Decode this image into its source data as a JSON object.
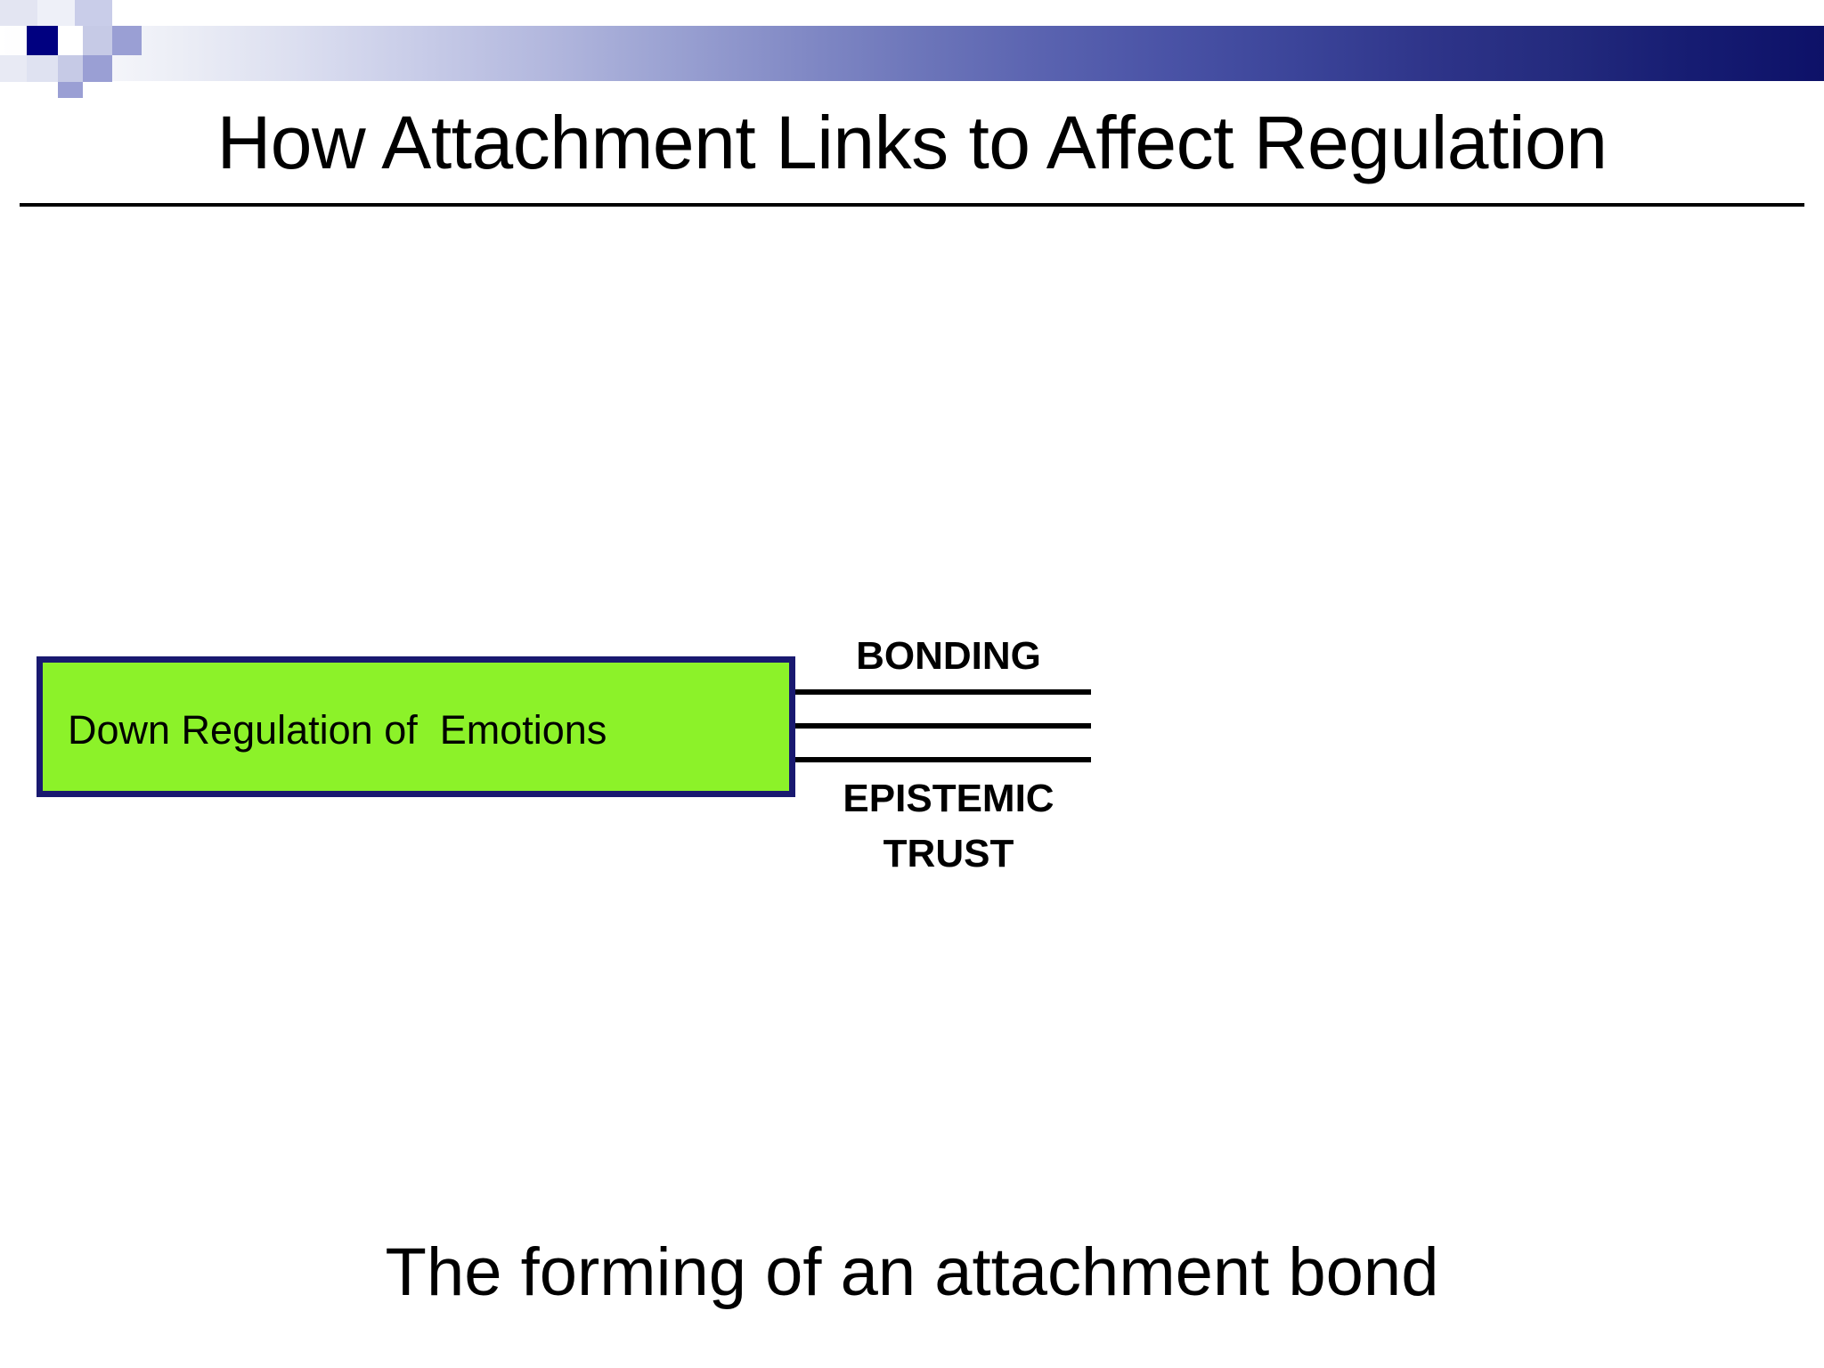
{
  "slide": {
    "title": "How Attachment Links to Affect Regulation",
    "caption": "The forming of an attachment bond"
  },
  "header": {
    "decoration_name": "checkered-gradient-band",
    "gradient_start_color": "#ffffff",
    "gradient_end_color": "#0d1168",
    "accent_square_color": "#000080",
    "tint_square_color": "#9a9fd4"
  },
  "diagram": {
    "type": "process-link",
    "box": {
      "label": "Down Regulation of  Emotions",
      "fill_color": "#8cf229",
      "border_color": "#191970"
    },
    "connectors": {
      "count": 3,
      "color": "#000000"
    },
    "labels": {
      "top": "BONDING",
      "bottom_line1": "EPISTEMIC",
      "bottom_line2": "TRUST"
    }
  }
}
